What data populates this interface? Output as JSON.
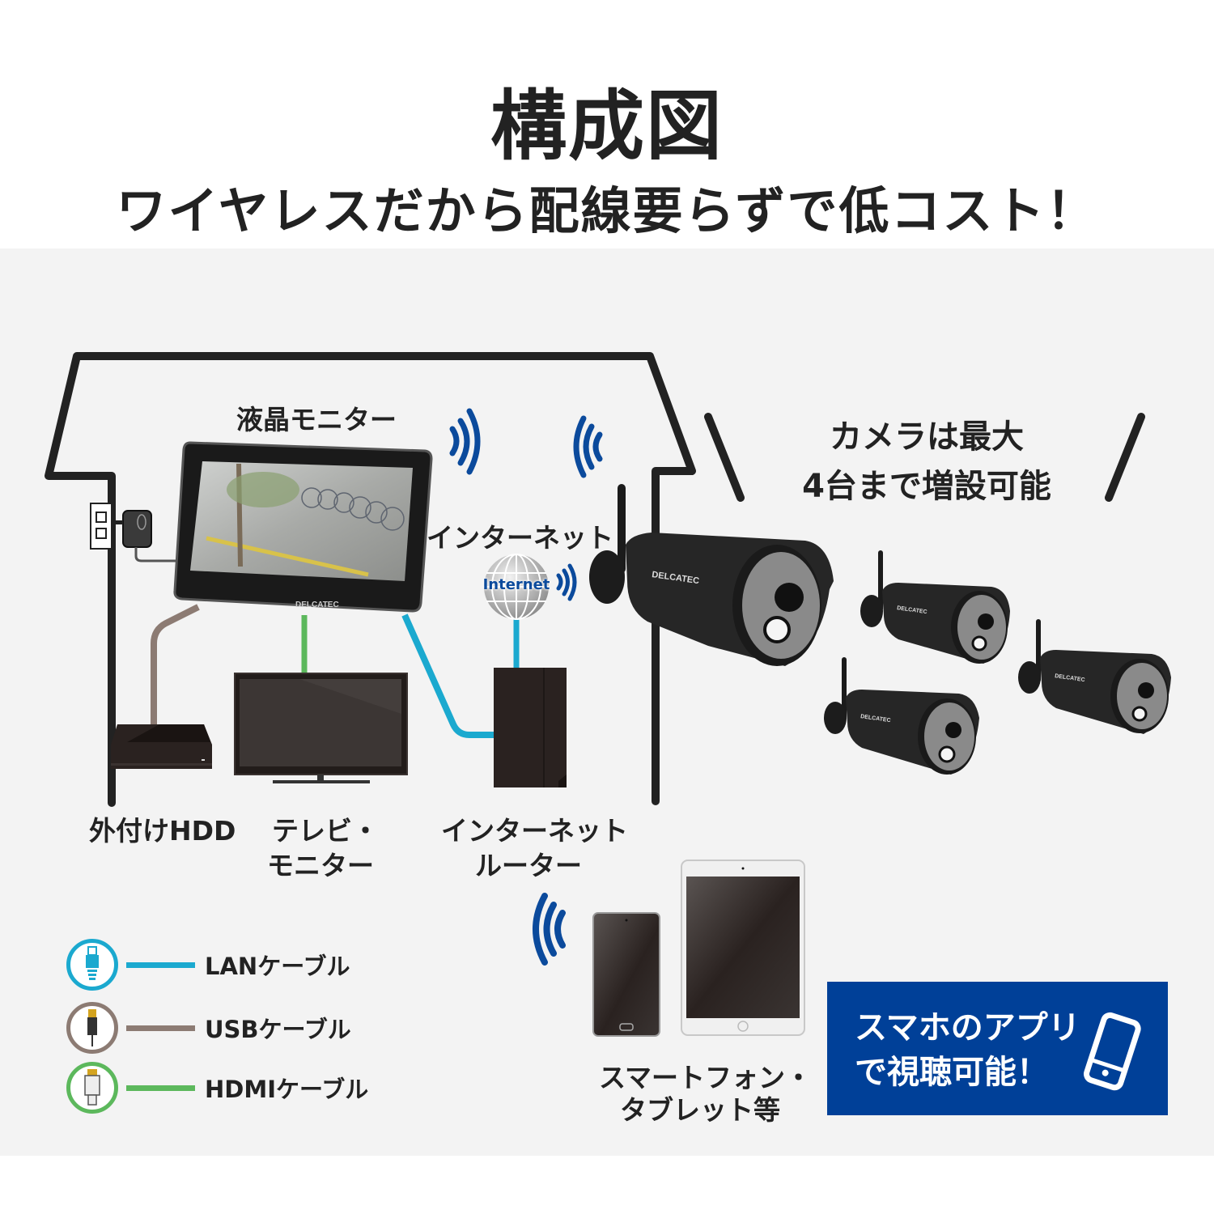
{
  "header": {
    "title": "構成図",
    "subtitle": "ワイヤレスだから配線要らずで低コスト！"
  },
  "diagram": {
    "monitor_label": "液晶モニター",
    "monitor_brand": "DELCATEC",
    "internet_label": "インターネット",
    "globe_label": "Internet",
    "camera_callout": {
      "line1": "カメラは最大",
      "line2": "4台まで増設可能"
    },
    "camera_brand": "DELCATEC",
    "camera_count": 4,
    "devices": [
      {
        "id": "hdd",
        "label": "外付けHDD"
      },
      {
        "id": "tv",
        "label_line1": "テレビ・",
        "label_line2": "モニター"
      },
      {
        "id": "router",
        "label_line1": "インターネット",
        "label_line2": "ルーター"
      }
    ],
    "mobile": {
      "label_line1": "スマートフォン・",
      "label_line2": "タブレット等"
    }
  },
  "legend": [
    {
      "label": "LANケーブル",
      "color": "#1ba9cf",
      "icon": "lan-plug-icon"
    },
    {
      "label": "USBケーブル",
      "color": "#8c7b73",
      "icon": "usb-plug-icon"
    },
    {
      "label": "HDMIケーブル",
      "color": "#5cb85c",
      "icon": "hdmi-plug-icon"
    }
  ],
  "app_banner": {
    "line1": "スマホのアプリ",
    "line2": "で視聴可能！",
    "icon": "smartphone-icon",
    "bg_color": "#004098"
  },
  "colors": {
    "lan": "#1ba9cf",
    "usb": "#8c7b73",
    "hdmi": "#5cb85c",
    "wifi": "#0b4a9c",
    "panel_bg": "#f3f3f3"
  }
}
